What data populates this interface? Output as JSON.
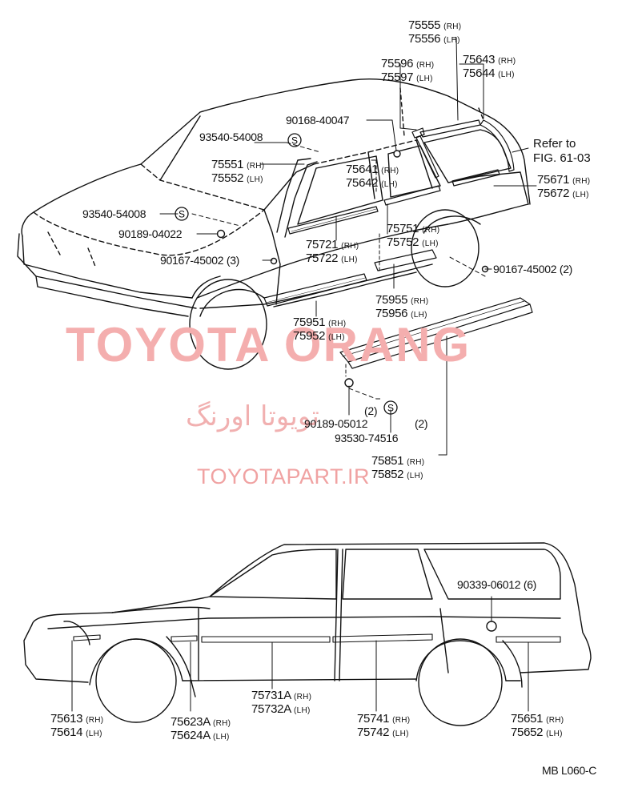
{
  "watermark": {
    "main": "TOYOTA ORANG",
    "persian": "تویوتا اورنگ",
    "site": "TOYOTAPART.IR"
  },
  "reference": {
    "line1": "Refer to",
    "line2": "FIG. 61-03"
  },
  "figure_code": "MB  L060-C",
  "suffix": {
    "rh": "(RH)",
    "lh": "(LH)"
  },
  "upper_labels": [
    {
      "id": "75555",
      "rh": "75555",
      "lh": "75556"
    },
    {
      "id": "75596",
      "rh": "75596",
      "lh": "75597"
    },
    {
      "id": "75643",
      "rh": "75643",
      "lh": "75644"
    },
    {
      "id": "75551",
      "rh": "75551",
      "lh": "75552"
    },
    {
      "id": "75641",
      "rh": "75641",
      "lh": "75642"
    },
    {
      "id": "75671",
      "rh": "75671",
      "lh": "75672"
    },
    {
      "id": "75751",
      "rh": "75751",
      "lh": "75752"
    },
    {
      "id": "75721",
      "rh": "75721",
      "lh": "75722"
    },
    {
      "id": "75955",
      "rh": "75955",
      "lh": "75956"
    },
    {
      "id": "75951",
      "rh": "75951",
      "lh": "75952"
    },
    {
      "id": "75851",
      "rh": "75851",
      "lh": "75852"
    }
  ],
  "single_labels": {
    "p90168": "90168-40047",
    "p93540a": "93540-54008",
    "p93540b": "93540-54008",
    "p90189a": "90189-04022",
    "p90167a": "90167-45002",
    "p90167a_qty": "(3)",
    "p90167b": "90167-45002",
    "p90167b_qty": "(2)",
    "p90189b": "90189-05012",
    "p90189b_qty": "(2)",
    "p93530": "93530-74516",
    "p93530_qty": "(2)",
    "p90339": "90339-06012",
    "p90339_qty": "(6)"
  },
  "lower_labels": [
    {
      "id": "75613",
      "rh": "75613",
      "lh": "75614"
    },
    {
      "id": "75623A",
      "rh": "75623A",
      "lh": "75624A"
    },
    {
      "id": "75731A",
      "rh": "75731A",
      "lh": "75732A"
    },
    {
      "id": "75741",
      "rh": "75741",
      "lh": "75742"
    },
    {
      "id": "75651",
      "rh": "75651",
      "lh": "75652"
    }
  ],
  "symbols": {
    "s": "S"
  }
}
